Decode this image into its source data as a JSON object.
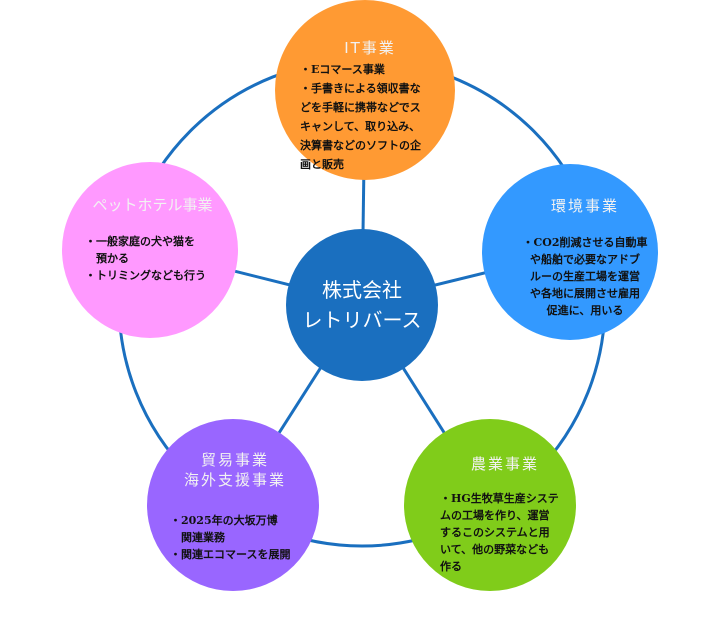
{
  "center": {
    "line1": "株式会社",
    "line2": "レトリバース",
    "color": "#1a6fbf"
  },
  "nodes": [
    {
      "title": "IT事業",
      "lines": [
        "・Eコマース事業",
        "・手書きによる領収書な",
        "どを手軽に携帯などでス",
        "キャンして、取り込み、",
        "決算書などのソフトの企",
        "画と販売"
      ],
      "color": "#ff9a33"
    },
    {
      "title": "環境事業",
      "lines": [
        "・CO2削減させる自動車",
        "や船舶で必要なアドブ",
        "ルーの生産工場を運営",
        "や各地に展開させ雇用",
        "促進に、用いる"
      ],
      "color": "#3399ff"
    },
    {
      "title": "農業事業",
      "lines": [
        "・HG生牧草生産システ",
        "ムの工場を作り、運営",
        "するこのシステムと用",
        "いて、他の野菜なども",
        "作る"
      ],
      "color": "#80cc1a"
    },
    {
      "title": "貿易事業",
      "title2": "海外支援事業",
      "lines": [
        "・2025年の大坂万博",
        "　関連業務",
        "・関連エコマースを展開"
      ],
      "color": "#9966ff"
    },
    {
      "title": "ペットホテル事業",
      "lines": [
        "・一般家庭の犬や猫を",
        "　預かる",
        "・トリミングなども行う"
      ],
      "color": "#ff99ff"
    }
  ],
  "ring_color": "#1a6fbf"
}
